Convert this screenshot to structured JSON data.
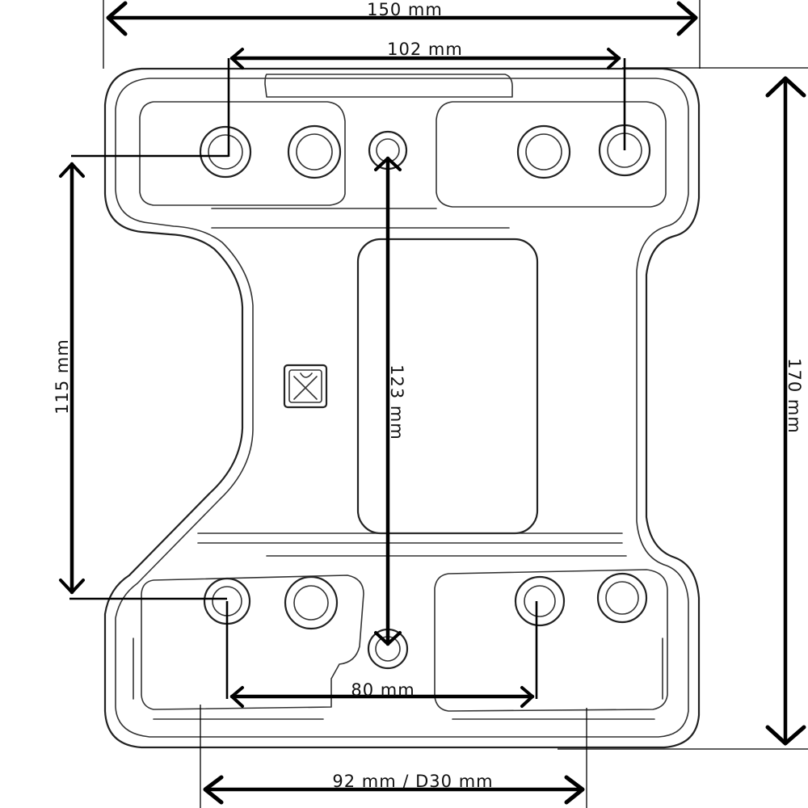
{
  "dimensions": {
    "overall_width": "150 mm",
    "top_hole_spacing": "102 mm",
    "overall_height": "170 mm",
    "left_vertical_spacing": "115 mm",
    "center_vertical_spacing": "123 mm",
    "bottom_hole_spacing": "80 mm",
    "bottom_spacing": "92 mm / D30 mm"
  },
  "colors": {
    "line": "#000000",
    "outline": "#222222",
    "background": "#ffffff"
  }
}
